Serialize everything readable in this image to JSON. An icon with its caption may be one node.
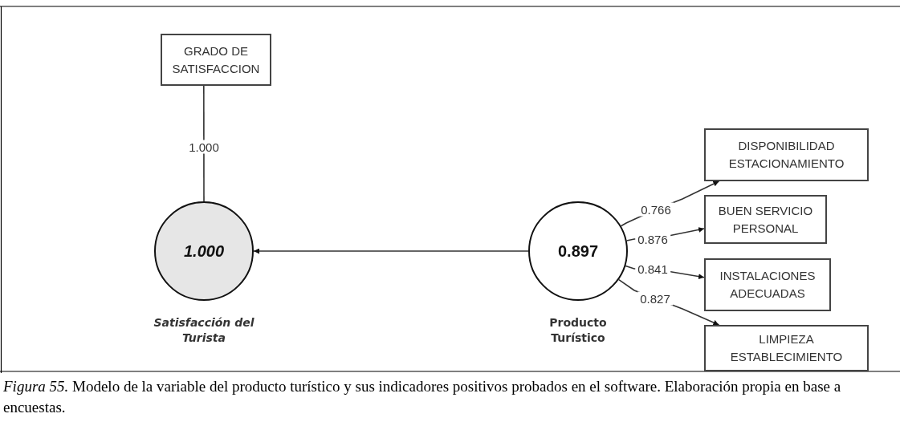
{
  "diagram": {
    "caption": "*Figura 55.* Modelo de la variable del producto turístico y sus indicadores positivos probados en el software. Elaboración propia en base a encuestas.",
    "nodes": [
      {
        "text": [
          "GRADO DE SATISFACCION"
        ]
      },
      {
        "text": [
          "1.000"
        ],
        "beside": [
          "Satisfacción del Turista"
        ]
      },
      {
        "text": [
          "0.897"
        ],
        "beside": [
          "Producto Turístico"
        ]
      },
      {
        "text": [
          "DISPONIBILIDAD ESTACIONAMIENTO"
        ]
      },
      {
        "text": [
          "BUEN SERVICIO PERSONAL"
        ]
      },
      {
        "text": [
          "INSTALACIONES ADECUADAS"
        ]
      },
      {
        "text": [
          "LIMPIEZA ESTABLECIMIENTO"
        ]
      }
    ],
    "edges": [
      {
        "from": 0,
        "to": 1,
        "arrow": "none",
        "label": "1.000"
      },
      {
        "from": 2,
        "to": 1,
        "arrow": "to"
      },
      {
        "from": 2,
        "to": 3,
        "arrow": "to",
        "label": "0.766"
      },
      {
        "from": 2,
        "to": 4,
        "arrow": "to",
        "label": "0.876"
      },
      {
        "from": 2,
        "to": 5,
        "arrow": "to",
        "label": "0.841"
      },
      {
        "from": 2,
        "to": 6,
        "arrow": "to",
        "label": "0.827"
      }
    ]
  }
}
